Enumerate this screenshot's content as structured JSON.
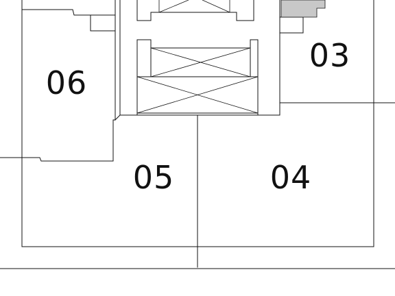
{
  "units": [
    {
      "id": "03",
      "label": "03"
    },
    {
      "id": "04",
      "label": "04"
    },
    {
      "id": "05",
      "label": "05"
    },
    {
      "id": "06",
      "label": "06"
    }
  ],
  "colors": {
    "line": "#111111",
    "shaded_area": "#c8c8c8",
    "background": "#ffffff"
  }
}
